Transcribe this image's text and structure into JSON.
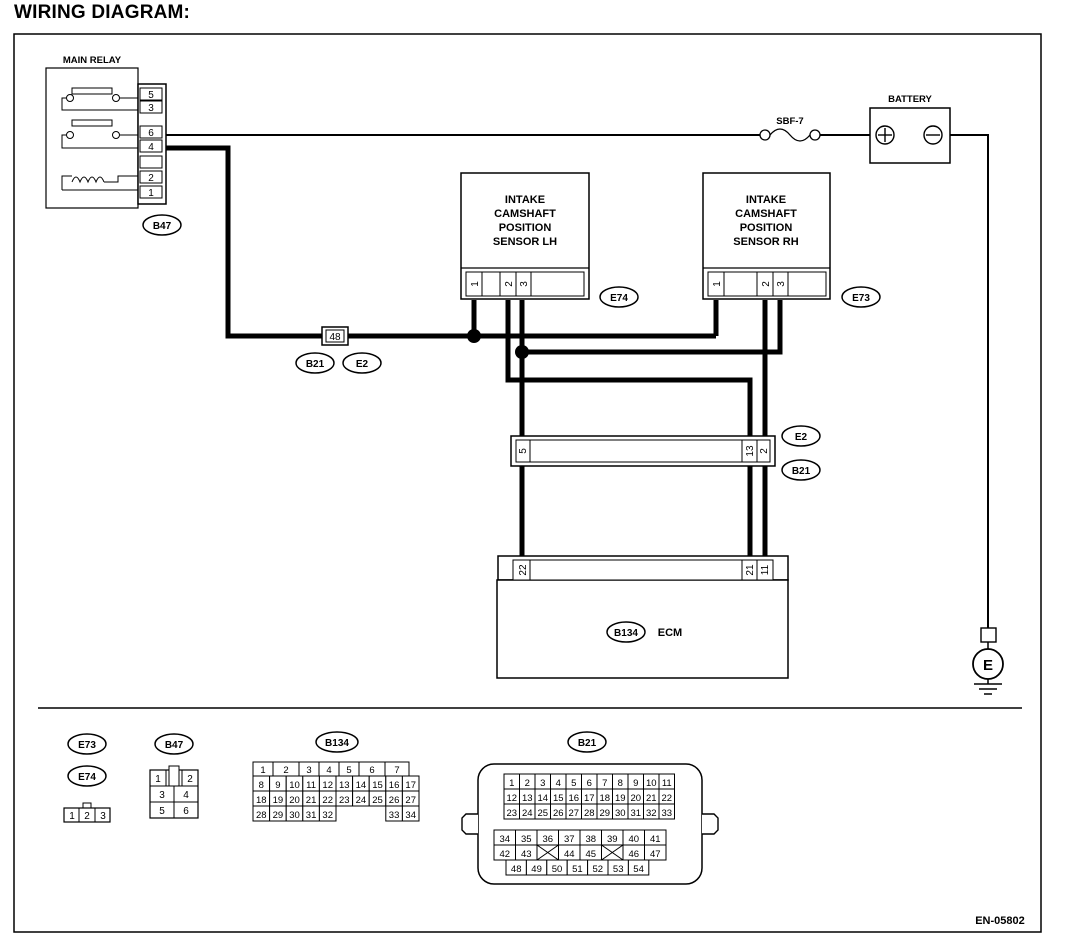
{
  "title": "WIRING DIAGRAM:",
  "main_relay": {
    "label": "MAIN RELAY",
    "pins": [
      "5",
      "3",
      "6",
      "4",
      "",
      "2",
      "1"
    ],
    "connector": "B47"
  },
  "battery": {
    "label": "BATTERY",
    "fuse": "SBF-7"
  },
  "sensor_lh": {
    "lines": [
      "INTAKE",
      "CAMSHAFT",
      "POSITION",
      "SENSOR LH"
    ],
    "pins": [
      "1",
      "2",
      "3"
    ],
    "connector": "E74"
  },
  "sensor_rh": {
    "lines": [
      "INTAKE",
      "CAMSHAFT",
      "POSITION",
      "SENSOR RH"
    ],
    "pins": [
      "1",
      "2",
      "3"
    ],
    "connector": "E73"
  },
  "inline_connector": {
    "pin": "48",
    "connectors": [
      "B21",
      "E2"
    ]
  },
  "joint_connector": {
    "pins": [
      "5",
      "13",
      "2"
    ],
    "connectors": [
      "E2",
      "B21"
    ]
  },
  "ecm": {
    "label": "ECM",
    "connector": "B134",
    "pins": [
      "22",
      "21",
      "11"
    ]
  },
  "ground": {
    "label": "E"
  },
  "legend": {
    "e73": "E73",
    "e74": "E74",
    "e_pins": [
      "1",
      "2",
      "3"
    ],
    "b47": "B47",
    "b47_pins": [
      "1",
      "2",
      "3",
      "4",
      "5",
      "6"
    ],
    "b134": "B134",
    "b134_rows": [
      [
        "1",
        "2",
        "3",
        "4",
        "5",
        "6",
        "7"
      ],
      [
        "8",
        "9",
        "10",
        "11",
        "12",
        "13",
        "14",
        "15",
        "16",
        "17"
      ],
      [
        "18",
        "19",
        "20",
        "21",
        "22",
        "23",
        "24",
        "25",
        "26",
        "27"
      ],
      [
        "28",
        "29",
        "30",
        "31",
        "32",
        "",
        "",
        "",
        "33",
        "34"
      ]
    ],
    "b21": "B21",
    "b21_rows": [
      [
        "1",
        "2",
        "3",
        "4",
        "5",
        "6",
        "7",
        "8",
        "9",
        "10",
        "11"
      ],
      [
        "12",
        "13",
        "14",
        "15",
        "16",
        "17",
        "18",
        "19",
        "20",
        "21",
        "22"
      ],
      [
        "23",
        "24",
        "25",
        "26",
        "27",
        "28",
        "29",
        "30",
        "31",
        "32",
        "33"
      ],
      [
        "34",
        "35",
        "36",
        "37",
        "38",
        "39",
        "40",
        "41"
      ],
      [
        "42",
        "43",
        "",
        "44",
        "45",
        "",
        "46",
        "47"
      ],
      [
        "48",
        "49",
        "50",
        "51",
        "52",
        "53",
        "54"
      ]
    ]
  },
  "code": "EN-05802"
}
